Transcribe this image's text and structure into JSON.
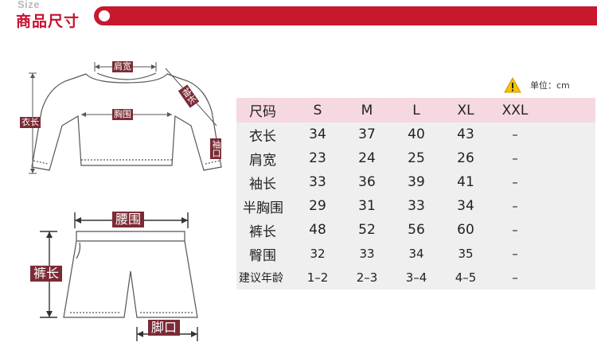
{
  "header": {
    "size_en": "Size",
    "title": "商品尺寸"
  },
  "unit_label": "单位：cm",
  "colors": {
    "brand_red": "#c8182e",
    "title_red": "#c8102e",
    "label_bg": "#7b2b35",
    "header_row_bg": "#f6d8e0",
    "table_bg": "#efefef"
  },
  "icons": {
    "unit": "warning-icon"
  },
  "diagram_shirt": {
    "shoulder": "肩宽",
    "chest": "胸围",
    "length": "衣长",
    "sleeve": "袖长",
    "cuff": "袖口"
  },
  "diagram_shorts": {
    "waist": "腰围",
    "length": "裤长",
    "hem": "脚口"
  },
  "table": {
    "header": [
      "尺码",
      "S",
      "M",
      "L",
      "XL",
      "XXL"
    ],
    "rows": [
      [
        "衣长",
        "34",
        "37",
        "40",
        "43",
        "–"
      ],
      [
        "肩宽",
        "23",
        "24",
        "25",
        "26",
        "–"
      ],
      [
        "袖长",
        "33",
        "36",
        "39",
        "41",
        "–"
      ],
      [
        "半胸围",
        "29",
        "31",
        "33",
        "34",
        "–"
      ],
      [
        "裤长",
        "48",
        "52",
        "56",
        "60",
        "–"
      ],
      [
        "臀围",
        "32",
        "33",
        "34",
        "35",
        "–"
      ],
      [
        "建议年龄",
        "1–2",
        "2–3",
        "3–4",
        "4–5",
        "–"
      ]
    ]
  }
}
